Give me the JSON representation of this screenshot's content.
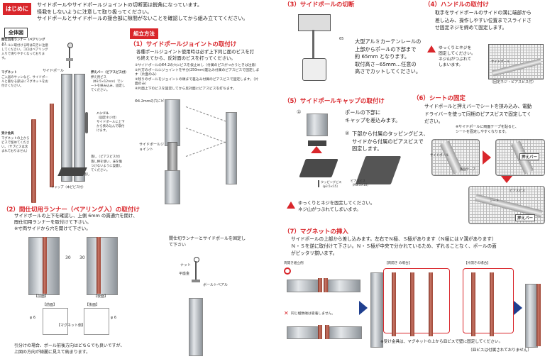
{
  "intro": {
    "tag": "はじめに",
    "lines": [
      "サイドポールやサイドポールジョイントの切断面は鋭角になっています。",
      "怪我をしないように注意して取り扱ってください。",
      "サイドポールとサイドポールの接合部に隙間がないことを確認してから組み立ててください。"
    ]
  },
  "overview": {
    "title": "全体図",
    "runner_label": "間仕切用ランナー（ベアリング入）",
    "runner_note": "レールに取付ける時は向きに注意してください。コロはベアリング入りで滑りやすくなっております。",
    "magnet_label": "マグネット",
    "magnet_note": "ご入居のサッシなど、サイドポールと重なる部分にマグネットをお付けください。",
    "side_pole": "サイドポール",
    "push_bar": "押えバー（ピアスビス付）",
    "push_bar_note": "押え用ビス（Φ3.5×12mm）でシートを挟み込み、固定してください。",
    "handle_label": "ハンドル",
    "handle_sub": "（固定ネジ付）",
    "handle_note": "サイドポールに上下から挟み込んで取付けます。",
    "receiver_label": "受け金具",
    "receiver_note": "マグネットの上からビスで留めてください。（サブビスは含まれておりません）",
    "fall_stop": "落し（ピアスビス付）",
    "fall_stop_note": "落し棒を使い、床を傷つけないように設置してください。",
    "cap_label": "キャップ（本ピビス付）",
    "drop_label": "落し"
  },
  "assembly": {
    "tag": "組立方法"
  },
  "s1": {
    "title": "（1）サイドポールジョイントの取付け",
    "lead": "各種ポールジョイント使用時は必ず上下同じ面のビスを打ち終えてから、反対面のビスを打ってください。",
    "steps": [
      "①サイドポールのΦ4.2の穴にビスを仮止めし（付属のピスがつかうときは注意）",
      "②片方のポールにジョイントを半分(250mm)差込み付属のピアスビスで固定します（片面のみ）",
      "③残りのポールをジョイントの頭まで差込み付属のピアスビスで固定します。（片面のみ）",
      "④片面上下のビスを固定してから反対面にピアスビスを打ちます。"
    ],
    "screw_label": "Φ4.2mmの穴にビス",
    "joint_label": "サイドポールジョイント"
  },
  "s2": {
    "title": "（2）間仕切用ランナー（ベアリング入）の取付け",
    "lines": [
      "サイドポールの上下を確認し、上側 6mm の貫通穴を開け、",
      "間仕切用ランナーを取付けて下さい。",
      "※寸両サイドから穴を開けて下さい。"
    ],
    "dim1": "30",
    "dim2": "30",
    "front": "【前面】",
    "back": "【後面】",
    "front2": "【前面】",
    "back2": "【後面】",
    "phi1": "φ 6",
    "phi2": "φ 6",
    "magnet_side": "【マグネット側】",
    "note_lines": [
      "引分けの場合、ポール前後方向はどちらでも良いですが、",
      "上図の方向が綺麗に見えて納まります。"
    ],
    "fix_label": "間仕切ランナーとサイドポールを固定して下さい",
    "nut": "ナット",
    "washer": "平座金",
    "screw": "ボールトベアル"
  },
  "s3": {
    "title": "（3）サイドポールの切断",
    "lines": [
      "大型アルミカーテンレールの",
      "上部からポールの下部まで",
      "約 65mm となります。",
      "取付高さ−65mm…任意の",
      "高さでカットしてください。"
    ],
    "dim": "65"
  },
  "s4": {
    "title": "（4）ハンドルの取付け",
    "lines": [
      "取手をサイドポールのサイドの溝に端部から",
      "差し込み、操作しやすい位置までスライドさ",
      "せ固定ネジを締めて固定します。"
    ],
    "note_lines": [
      "ゆっくりとネジを",
      "固定してください。",
      "ネジ山がつぶれて",
      "しまいます。"
    ],
    "part_label": "（固定ネジ・ピアスビス付）",
    "side_pole": "サイドポール"
  },
  "s5": {
    "title": "（5）サイドポールキャップの取付け",
    "step1_no": "①",
    "step1": [
      "ポールの下部に",
      "キャップを差込みます。"
    ],
    "step2_no": "②",
    "step2": [
      "下部から付属のタッピングビス、",
      "サイドから付属のピアスビスで",
      "固定します。"
    ],
    "tap_label": "タッピングビス（φ3.5×15）",
    "pierce_label": "ピアスビス（M3.5×10）",
    "note_lines": [
      "ゆっくりとネジを固定してください。",
      "ネジ山がつぶれてしまいます。"
    ]
  },
  "s6": {
    "title": "（6）シートの固定",
    "lines": [
      "サイドポールと押えバーでシートを挟み込み、電動",
      "ドライバーを使って同梱のピアスビスで固定してく",
      "ださい。"
    ],
    "note_lines": [
      "※サイドポールに両面テープを貼ると、",
      "シートを固定しやすくなります。"
    ],
    "side_pole": "サイドポール",
    "double_tape": "両面テープ",
    "push_bar": "押えバー",
    "push_bar2": "押えバー",
    "pierce": "ピアスビス",
    "sheet": "シート"
  },
  "s7": {
    "title": "（7）マグネットの挿入",
    "lines": [
      "サイドポールの上部から差し込みます。左右でＮ極、Ｓ極があります（Ｎ極にはＶ溝があります）",
      "Ｎ・Ｓを逆に取付けて下さい。Ｎ・Ｓ極が中央で分かれているため、ずれることなく、ポールの面",
      "がピッタリ揃います。"
    ],
    "ok_label": "両開き組立例",
    "ng_label": "同じ極数磁は吸着しません。",
    "open_left": "【両開き の場合】",
    "open_right": "【片開きの場合】",
    "note": "※受け金具は、マグネットの上から皿ビスで壁に固定してください。",
    "note2": "（皿ビスは付属されておりません）"
  },
  "colors": {
    "accent": "#d9262b",
    "tag_bg": "#d9262b",
    "arrow": "#1f3f8f"
  }
}
